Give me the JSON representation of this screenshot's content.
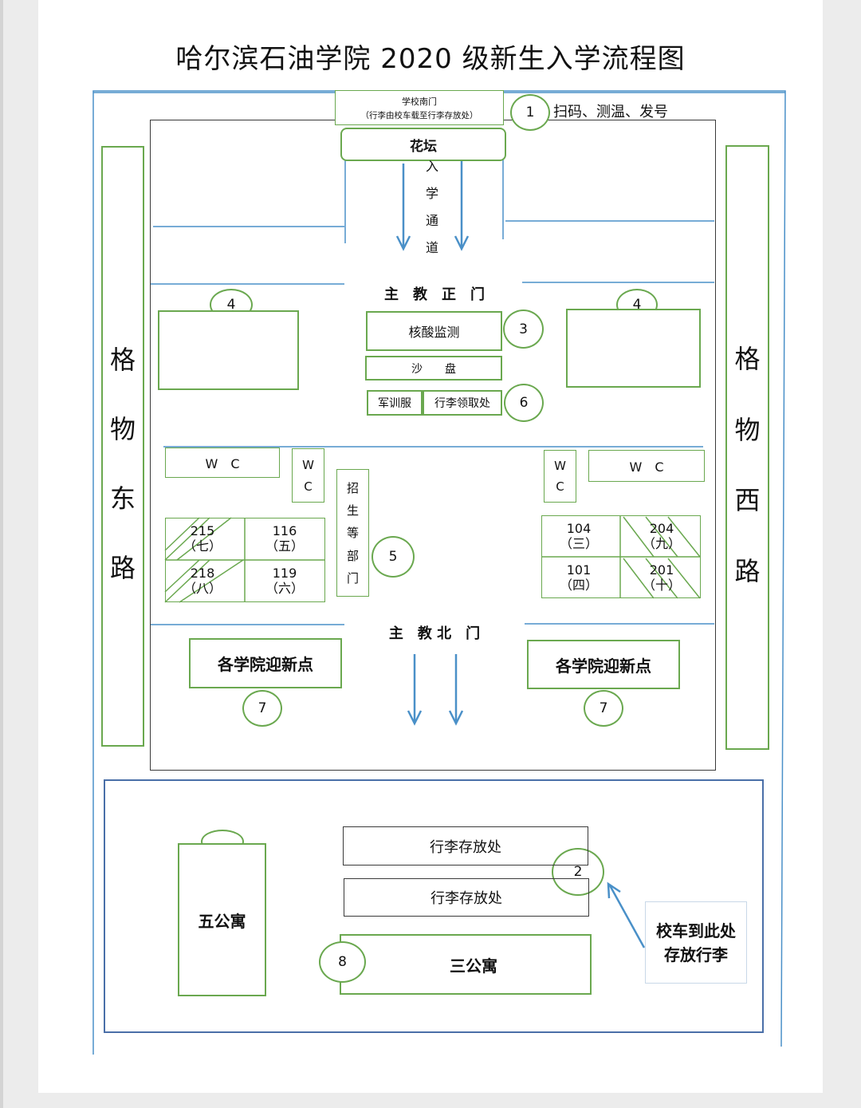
{
  "title": "哈尔滨石油学院 2020 级新生入学流程图",
  "south_gate": {
    "label": "学校南门",
    "note": "（行李由校车载至行李存放处）"
  },
  "step1_text": "扫码、测温、发号",
  "flower_bed": "花坛",
  "entrance_channel": [
    "入",
    "学",
    "通",
    "道"
  ],
  "main_south_gate": "主　教　正　门",
  "main_north_gate": "主　教 北　门",
  "nucleic_test": "核酸监测",
  "sand_table": "沙　　盘",
  "military_uniform": "军训服",
  "luggage_pickup": "行李领取处",
  "admissions_dept": [
    "招",
    "生",
    "等",
    "部",
    "门"
  ],
  "roads": {
    "east": [
      "格",
      "物",
      "东",
      "路"
    ],
    "west": [
      "格",
      "物",
      "西",
      "路"
    ]
  },
  "wc": {
    "h_left": "W　C",
    "h_right": "W　C",
    "v_letters": [
      "W",
      "C"
    ]
  },
  "rooms_left": [
    {
      "num": "215",
      "group": "（七）"
    },
    {
      "num": "116",
      "group": "（五）"
    },
    {
      "num": "218",
      "group": "（八）"
    },
    {
      "num": "119",
      "group": "（六）"
    }
  ],
  "rooms_right": [
    {
      "num": "104",
      "group": "（三）"
    },
    {
      "num": "204",
      "group": "（九）"
    },
    {
      "num": "101",
      "group": "（四）"
    },
    {
      "num": "201",
      "group": "（十）"
    }
  ],
  "college_welcome": "各学院迎新点",
  "luggage_storage": "行李存放处",
  "apartment_5": "五公寓",
  "apartment_3": "三公寓",
  "bus_note": "校车到此处存放行李",
  "steps": {
    "s1": "1",
    "s2": "2",
    "s3": "3",
    "s4": "4",
    "s5": "5",
    "s6": "6",
    "s7": "7",
    "s8": "8"
  },
  "colors": {
    "green": "#6aa84f",
    "blue": "#4a90c8",
    "frame": "#4a90c8"
  }
}
